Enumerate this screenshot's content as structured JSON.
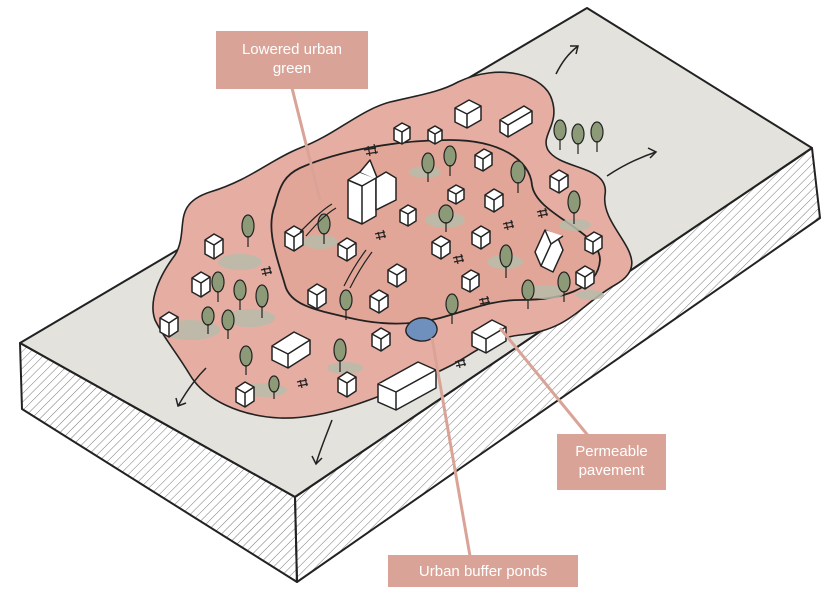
{
  "callouts": {
    "lowered_green": [
      "Lowered urban",
      "green"
    ],
    "permeable": [
      "Permeable",
      "pavement"
    ],
    "ponds": "Urban buffer ponds"
  },
  "colors": {
    "terrain_top": "#e3e2dd",
    "terrain_side": "#ffffff",
    "urban_zone": "#e6aea2",
    "callout": "#d9a497",
    "tree_shadow": "#b8bcaa",
    "tree": "#8c9a78",
    "pond": "#6f8fbd",
    "outline": "#222222"
  }
}
